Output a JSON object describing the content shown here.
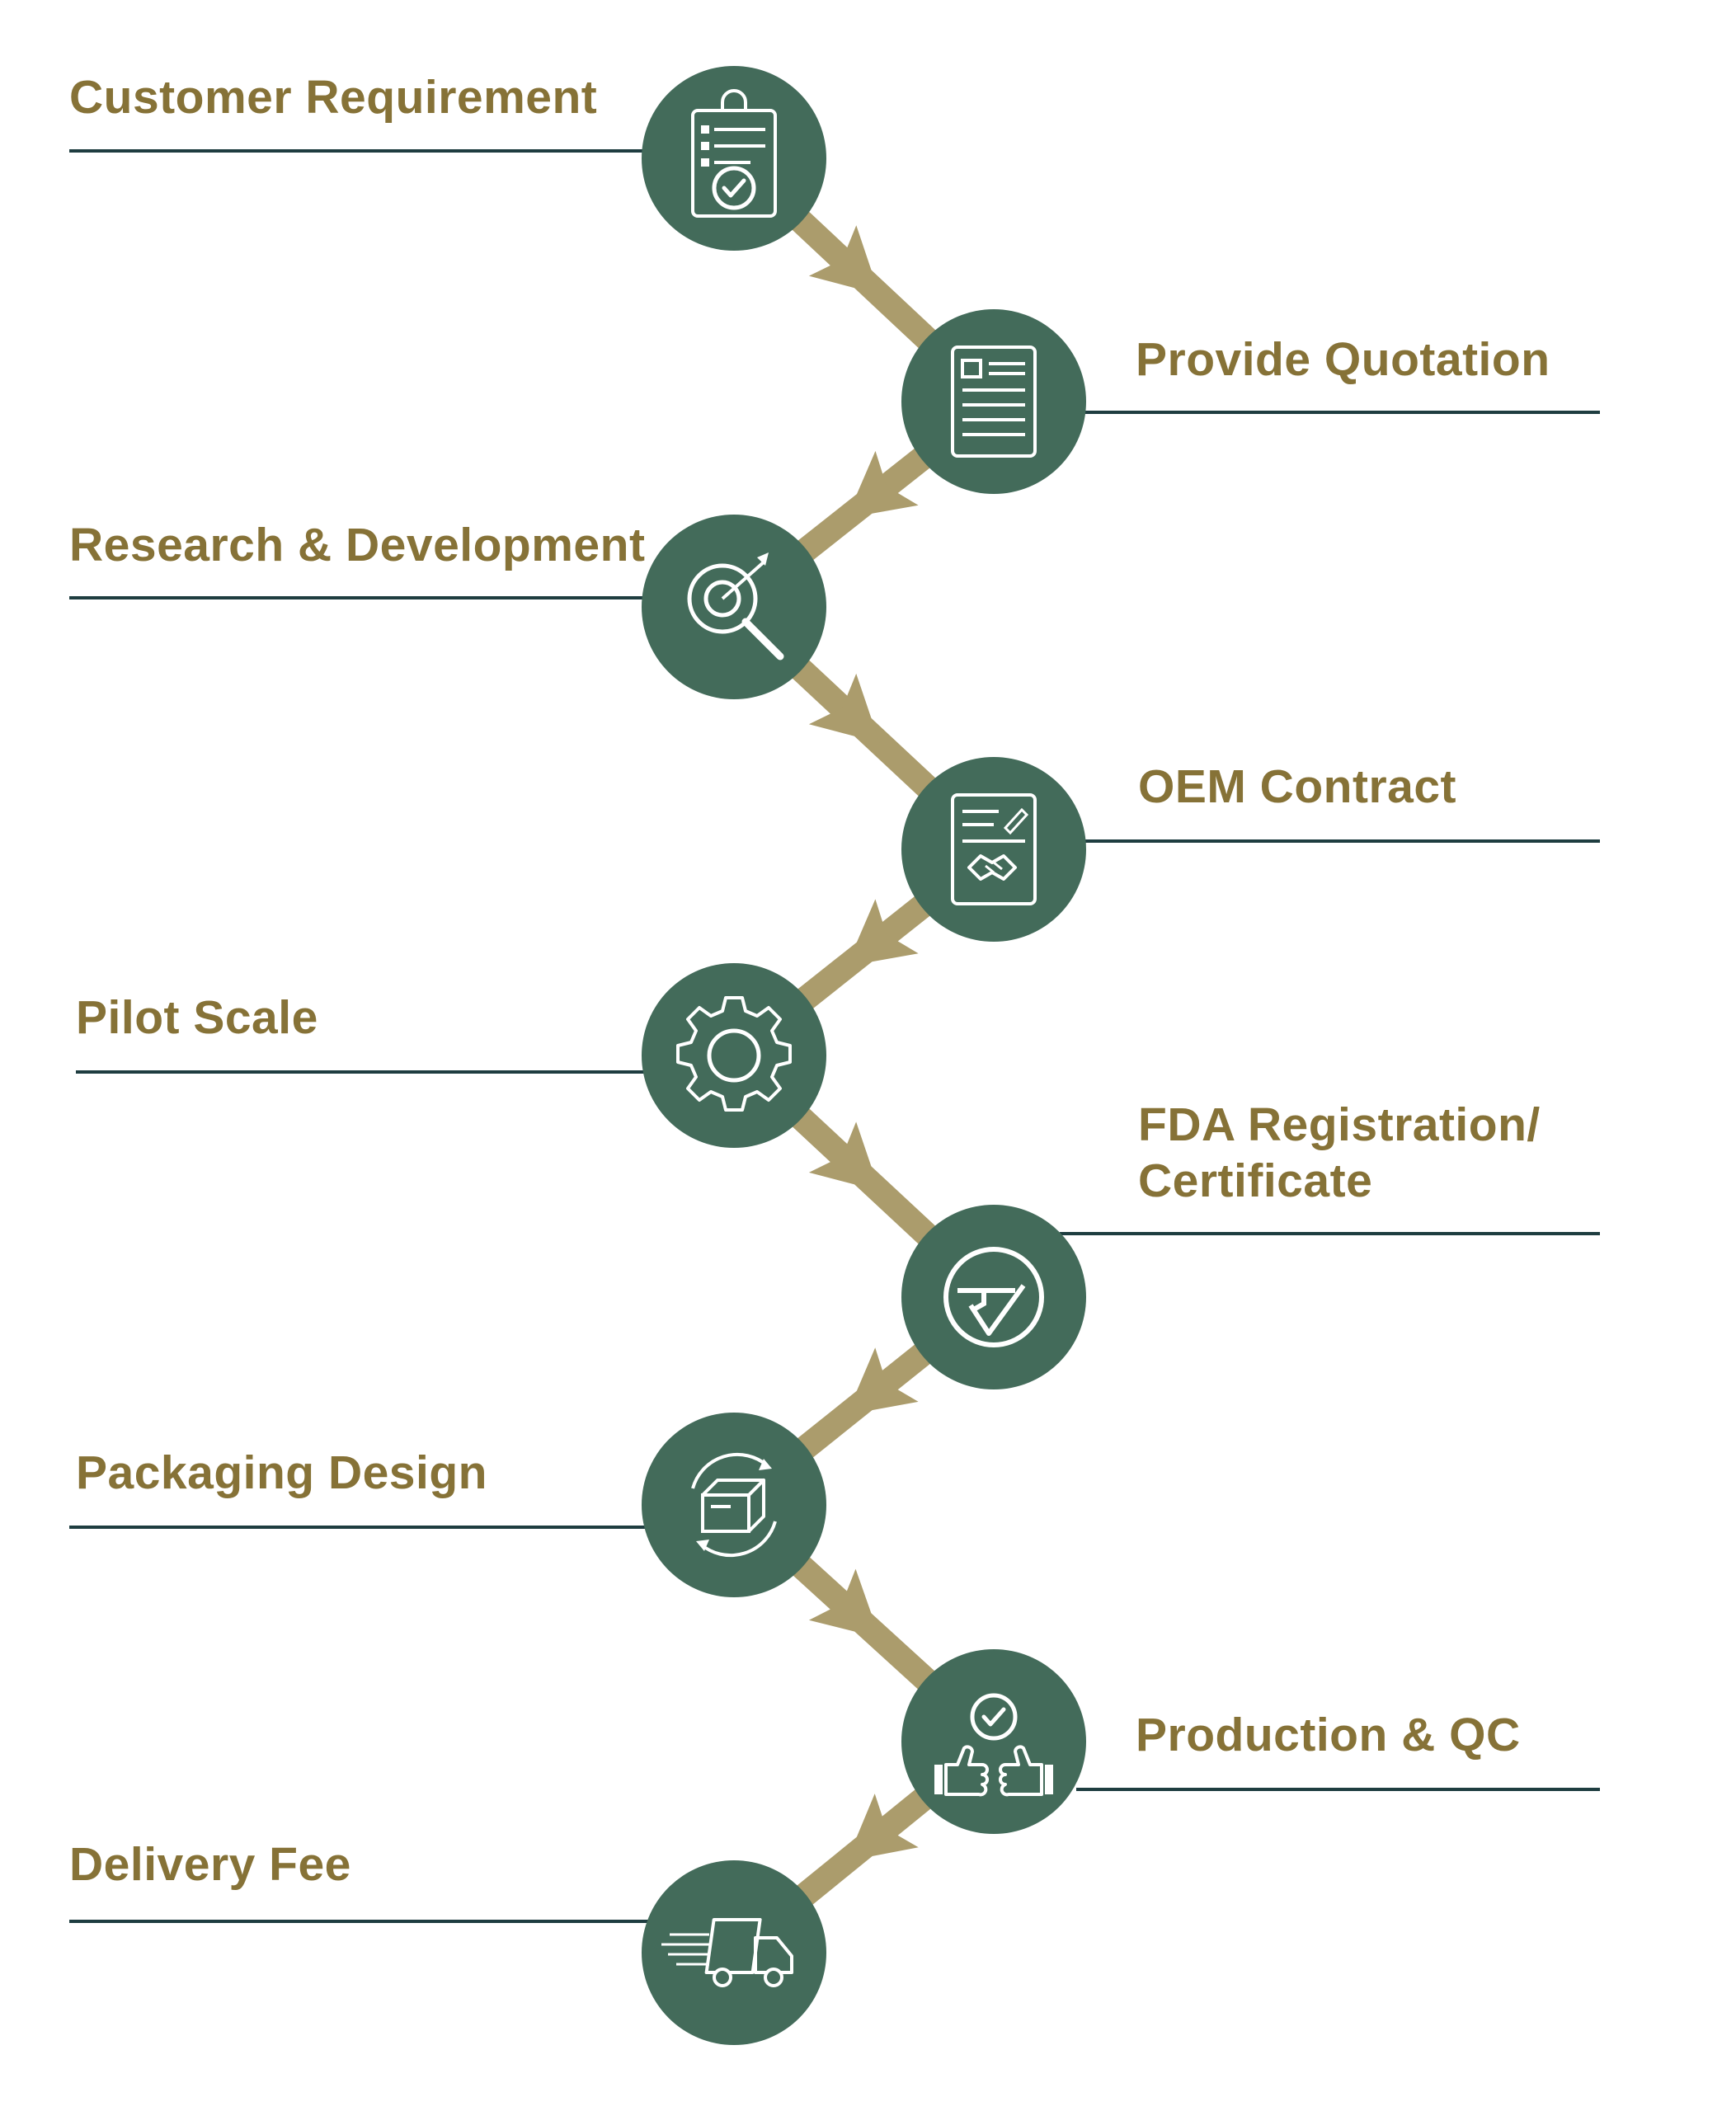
{
  "colors": {
    "circle": "#436b5a",
    "arrow": "#ab9c6c",
    "line": "#1e3d40",
    "label": "#867237",
    "icon_stroke": "#ffffff"
  },
  "steps": [
    {
      "label": "Customer Requirement",
      "icon": "clipboard-check-icon"
    },
    {
      "label": "Provide Quotation",
      "icon": "document-icon"
    },
    {
      "label": "Research & Development",
      "icon": "magnifier-target-icon"
    },
    {
      "label": "OEM Contract",
      "icon": "contract-handshake-icon"
    },
    {
      "label": "Pilot Scale",
      "icon": "gear-icon"
    },
    {
      "label": "FDA Registration/",
      "label_line2": "Certificate",
      "icon": "certificate-check-icon"
    },
    {
      "label": "Packaging Design",
      "icon": "box-cycle-icon"
    },
    {
      "label": "Production & QC",
      "icon": "thumbs-up-check-icon"
    },
    {
      "label": "Delivery Fee",
      "icon": "delivery-truck-icon"
    }
  ]
}
